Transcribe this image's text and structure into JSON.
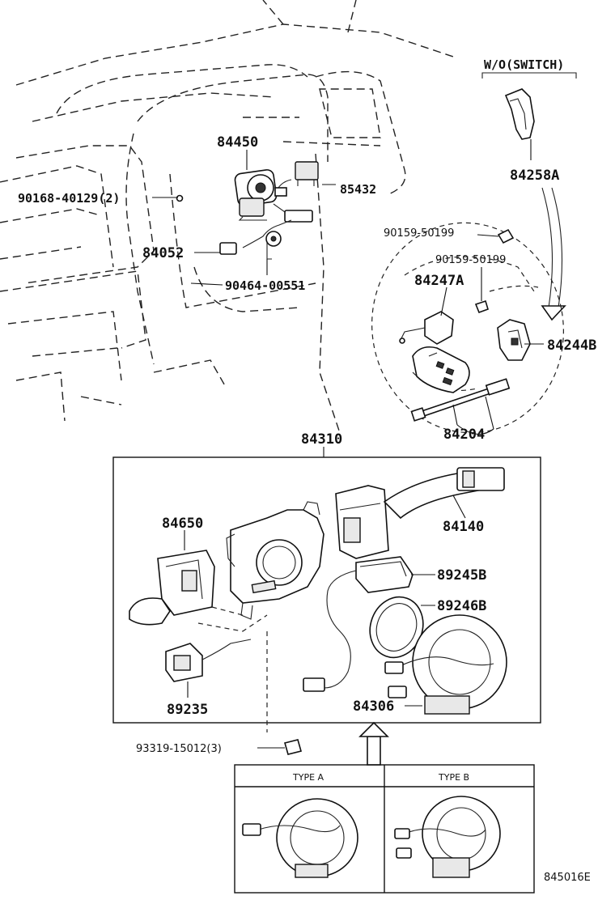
{
  "labels": {
    "p84450": "84450",
    "p85432": "85432",
    "p90168": "90168-40129(2)",
    "p84052": "84052",
    "p90464": "90464-00551",
    "wo_switch": "W/O(SWITCH)",
    "p84258A": "84258A",
    "p90159a": "90159-50199",
    "p90159b": "90159-50199",
    "p84247A": "84247A",
    "p84244B": "84244B",
    "p84204": "84204",
    "p84310": "84310",
    "p84650": "84650",
    "p84140": "84140",
    "p89245B": "89245B",
    "p89246B": "89246B",
    "p84306": "84306",
    "p89235": "89235",
    "p93319": "93319-15012(3)",
    "type_a": "TYPE A",
    "type_b": "TYPE B",
    "figure_code": "845016E"
  },
  "colors": {
    "ink": "#111111",
    "background": "#ffffff"
  }
}
